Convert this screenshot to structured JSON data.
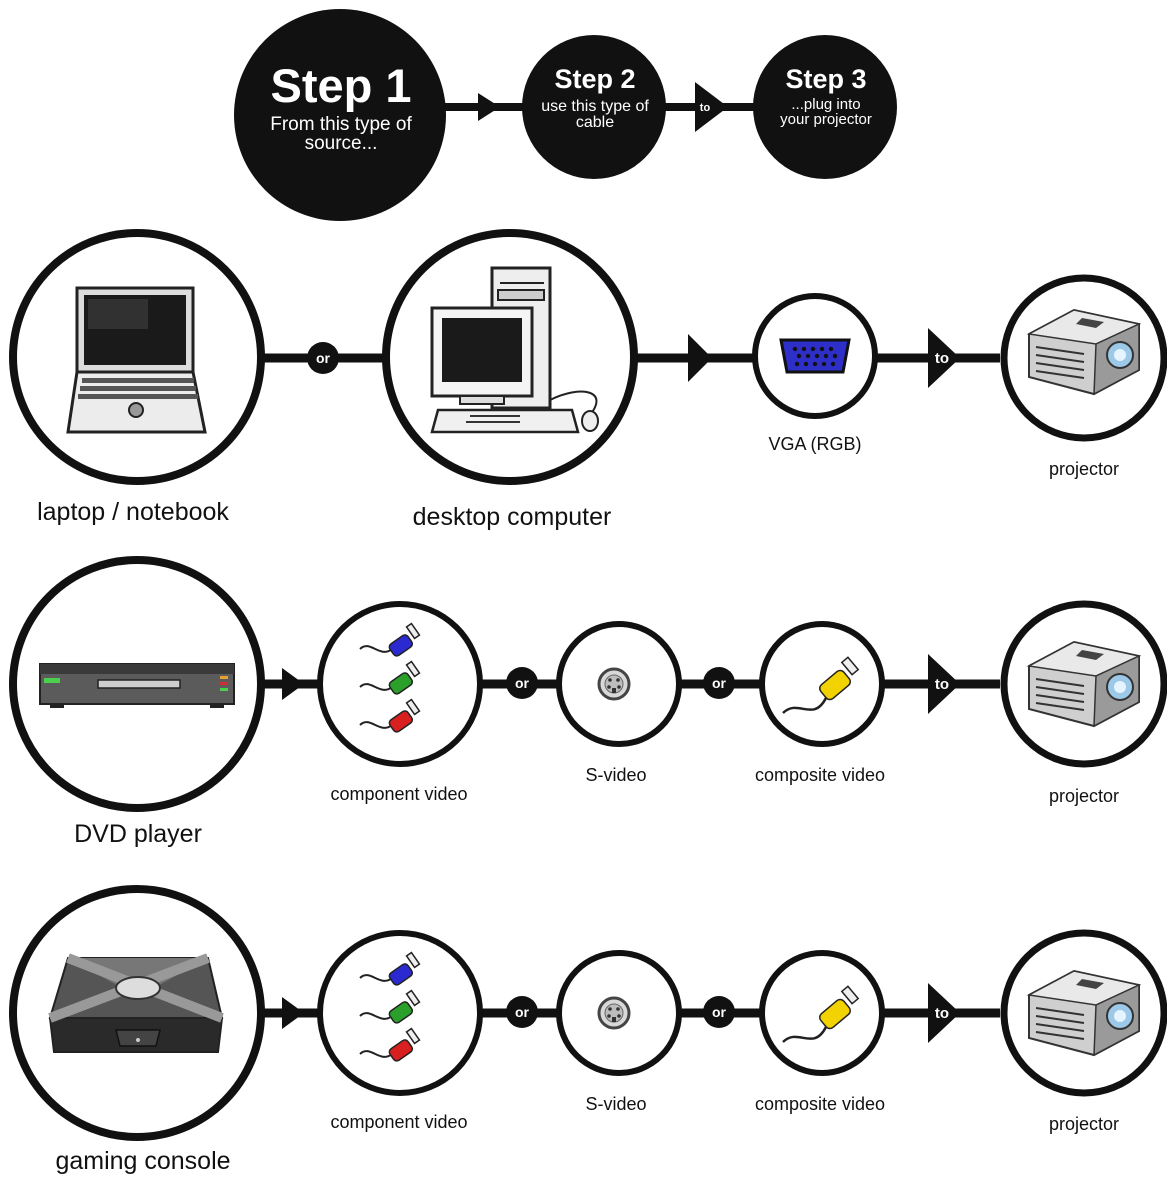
{
  "steps": [
    {
      "title": "Step 1",
      "desc": "From this type of source..."
    },
    {
      "title": "Step 2",
      "desc": "use this type of cable"
    },
    {
      "title": "Step 3",
      "desc": "...plug into your projector"
    }
  ],
  "connectors": {
    "or": "or",
    "to": "to"
  },
  "rows": [
    {
      "sources": [
        "laptop / notebook",
        "desktop computer"
      ],
      "cables": [
        "VGA (RGB)"
      ],
      "target": "projector"
    },
    {
      "sources": [
        "DVD player"
      ],
      "cables": [
        "component video",
        "S-video",
        "composite video"
      ],
      "target": "projector"
    },
    {
      "sources": [
        "gaming console"
      ],
      "cables": [
        "component video",
        "S-video",
        "composite video"
      ],
      "target": "projector"
    }
  ],
  "colors": {
    "ink": "#111111",
    "vga": "#2d2fc8",
    "component_green": "#2aa02a",
    "component_blue": "#2a2ad0",
    "component_red": "#d82020",
    "composite_yellow": "#f2d200"
  }
}
